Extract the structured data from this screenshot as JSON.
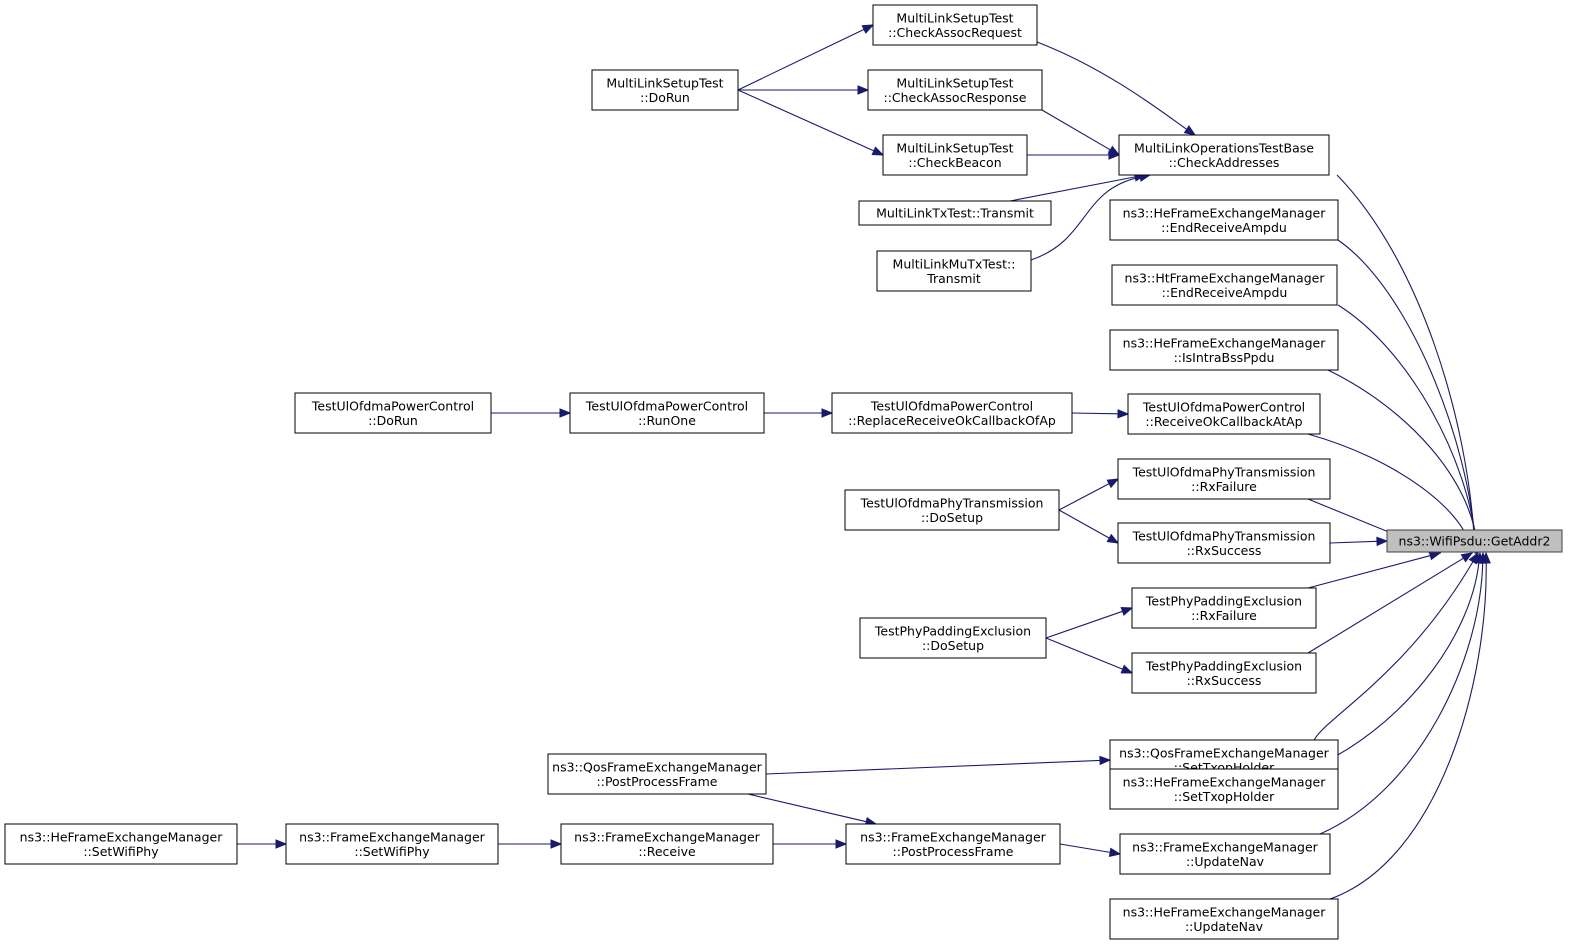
{
  "graph": {
    "focus": "getaddr2",
    "colors": {
      "edge": "#191970",
      "focus_fill": "#bfbfbf",
      "node_fill": "#ffffff"
    },
    "nodes": [
      {
        "id": "getaddr2",
        "label": [
          "ns3::WifiPsdu::GetAddr2"
        ]
      },
      {
        "id": "checkAddresses",
        "label": [
          "MultiLinkOperationsTestBase",
          "::CheckAddresses"
        ]
      },
      {
        "id": "heEndRxAmpdu",
        "label": [
          "ns3::HeFrameExchangeManager",
          "::EndReceiveAmpdu"
        ]
      },
      {
        "id": "htEndRxAmpdu",
        "label": [
          "ns3::HtFrameExchangeManager",
          "::EndReceiveAmpdu"
        ]
      },
      {
        "id": "heIsIntraBss",
        "label": [
          "ns3::HeFrameExchangeManager",
          "::IsIntraBssPpdu"
        ]
      },
      {
        "id": "rxOkCbAtAp",
        "label": [
          "TestUlOfdmaPowerControl",
          "::ReceiveOkCallbackAtAp"
        ]
      },
      {
        "id": "ulPhyRxFail",
        "label": [
          "TestUlOfdmaPhyTransmission",
          "::RxFailure"
        ]
      },
      {
        "id": "ulPhyRxOk",
        "label": [
          "TestUlOfdmaPhyTransmission",
          "::RxSuccess"
        ]
      },
      {
        "id": "padRxFail",
        "label": [
          "TestPhyPaddingExclusion",
          "::RxFailure"
        ]
      },
      {
        "id": "padRxOk",
        "label": [
          "TestPhyPaddingExclusion",
          "::RxSuccess"
        ]
      },
      {
        "id": "qosSetTxop",
        "label": [
          "ns3::QosFrameExchangeManager",
          "::SetTxopHolder"
        ]
      },
      {
        "id": "heSetTxop",
        "label": [
          "ns3::HeFrameExchangeManager",
          "::SetTxopHolder"
        ]
      },
      {
        "id": "femUpdateNav",
        "label": [
          "ns3::FrameExchangeManager",
          "::UpdateNav"
        ]
      },
      {
        "id": "heUpdateNav",
        "label": [
          "ns3::HeFrameExchangeManager",
          "::UpdateNav"
        ]
      },
      {
        "id": "checkAssocReq",
        "label": [
          "MultiLinkSetupTest",
          "::CheckAssocRequest"
        ]
      },
      {
        "id": "checkAssocResp",
        "label": [
          "MultiLinkSetupTest",
          "::CheckAssocResponse"
        ]
      },
      {
        "id": "checkBeacon",
        "label": [
          "MultiLinkSetupTest",
          "::CheckBeacon"
        ]
      },
      {
        "id": "mlTxTransmit",
        "label": [
          "MultiLinkTxTest::Transmit"
        ]
      },
      {
        "id": "mlMuTransmit",
        "label": [
          "MultiLinkMuTxTest::",
          "Transmit"
        ]
      },
      {
        "id": "mlSetupDoRun",
        "label": [
          "MultiLinkSetupTest",
          "::DoRun"
        ]
      },
      {
        "id": "replaceRxOkCb",
        "label": [
          "TestUlOfdmaPowerControl",
          "::ReplaceReceiveOkCallbackOfAp"
        ]
      },
      {
        "id": "runOne",
        "label": [
          "TestUlOfdmaPowerControl",
          "::RunOne"
        ]
      },
      {
        "id": "pcDoRun",
        "label": [
          "TestUlOfdmaPowerControl",
          "::DoRun"
        ]
      },
      {
        "id": "ulPhyDoSetup",
        "label": [
          "TestUlOfdmaPhyTransmission",
          "::DoSetup"
        ]
      },
      {
        "id": "padDoSetup",
        "label": [
          "TestPhyPaddingExclusion",
          "::DoSetup"
        ]
      },
      {
        "id": "qosPostProc",
        "label": [
          "ns3::QosFrameExchangeManager",
          "::PostProcessFrame"
        ]
      },
      {
        "id": "femPostProc",
        "label": [
          "ns3::FrameExchangeManager",
          "::PostProcessFrame"
        ]
      },
      {
        "id": "femReceive",
        "label": [
          "ns3::FrameExchangeManager",
          "::Receive"
        ]
      },
      {
        "id": "femSetWifiPhy",
        "label": [
          "ns3::FrameExchangeManager",
          "::SetWifiPhy"
        ]
      },
      {
        "id": "heSetWifiPhy",
        "label": [
          "ns3::HeFrameExchangeManager",
          "::SetWifiPhy"
        ]
      }
    ],
    "edges": [
      {
        "from": "checkAddresses",
        "to": "getaddr2"
      },
      {
        "from": "heEndRxAmpdu",
        "to": "getaddr2"
      },
      {
        "from": "htEndRxAmpdu",
        "to": "getaddr2"
      },
      {
        "from": "heIsIntraBss",
        "to": "getaddr2"
      },
      {
        "from": "rxOkCbAtAp",
        "to": "getaddr2"
      },
      {
        "from": "ulPhyRxFail",
        "to": "getaddr2"
      },
      {
        "from": "ulPhyRxOk",
        "to": "getaddr2"
      },
      {
        "from": "padRxFail",
        "to": "getaddr2"
      },
      {
        "from": "padRxOk",
        "to": "getaddr2"
      },
      {
        "from": "qosSetTxop",
        "to": "getaddr2"
      },
      {
        "from": "heSetTxop",
        "to": "getaddr2"
      },
      {
        "from": "femUpdateNav",
        "to": "getaddr2"
      },
      {
        "from": "heUpdateNav",
        "to": "getaddr2"
      },
      {
        "from": "checkAssocReq",
        "to": "checkAddresses"
      },
      {
        "from": "checkAssocResp",
        "to": "checkAddresses"
      },
      {
        "from": "checkBeacon",
        "to": "checkAddresses"
      },
      {
        "from": "mlTxTransmit",
        "to": "checkAddresses"
      },
      {
        "from": "mlMuTransmit",
        "to": "checkAddresses"
      },
      {
        "from": "mlSetupDoRun",
        "to": "checkAssocReq"
      },
      {
        "from": "mlSetupDoRun",
        "to": "checkAssocResp"
      },
      {
        "from": "mlSetupDoRun",
        "to": "checkBeacon"
      },
      {
        "from": "replaceRxOkCb",
        "to": "rxOkCbAtAp"
      },
      {
        "from": "runOne",
        "to": "replaceRxOkCb"
      },
      {
        "from": "pcDoRun",
        "to": "runOne"
      },
      {
        "from": "ulPhyDoSetup",
        "to": "ulPhyRxFail"
      },
      {
        "from": "ulPhyDoSetup",
        "to": "ulPhyRxOk"
      },
      {
        "from": "padDoSetup",
        "to": "padRxFail"
      },
      {
        "from": "padDoSetup",
        "to": "padRxOk"
      },
      {
        "from": "qosPostProc",
        "to": "qosSetTxop"
      },
      {
        "from": "qosPostProc",
        "to": "femPostProc"
      },
      {
        "from": "femPostProc",
        "to": "femUpdateNav"
      },
      {
        "from": "femReceive",
        "to": "femPostProc"
      },
      {
        "from": "femSetWifiPhy",
        "to": "femReceive"
      },
      {
        "from": "heSetWifiPhy",
        "to": "femSetWifiPhy"
      }
    ]
  }
}
